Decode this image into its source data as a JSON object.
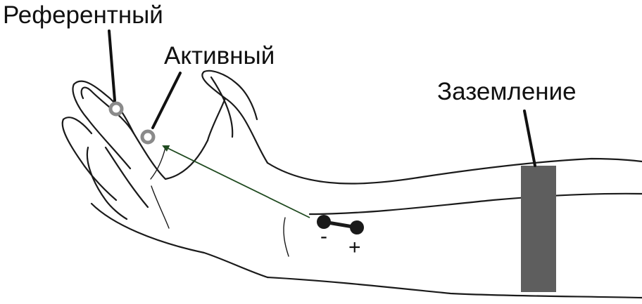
{
  "labels": {
    "reference": "Референтный",
    "active": "Активный",
    "ground": "Заземление",
    "minus": "-",
    "plus": "+"
  },
  "colors": {
    "outline": "#1a1a1a",
    "electrode_ring": "#8a8a8a",
    "ground_strap": "#5e5e5e",
    "stimulus_arrow": "#1f4a1f",
    "stimulator": "#1a1a1a"
  }
}
